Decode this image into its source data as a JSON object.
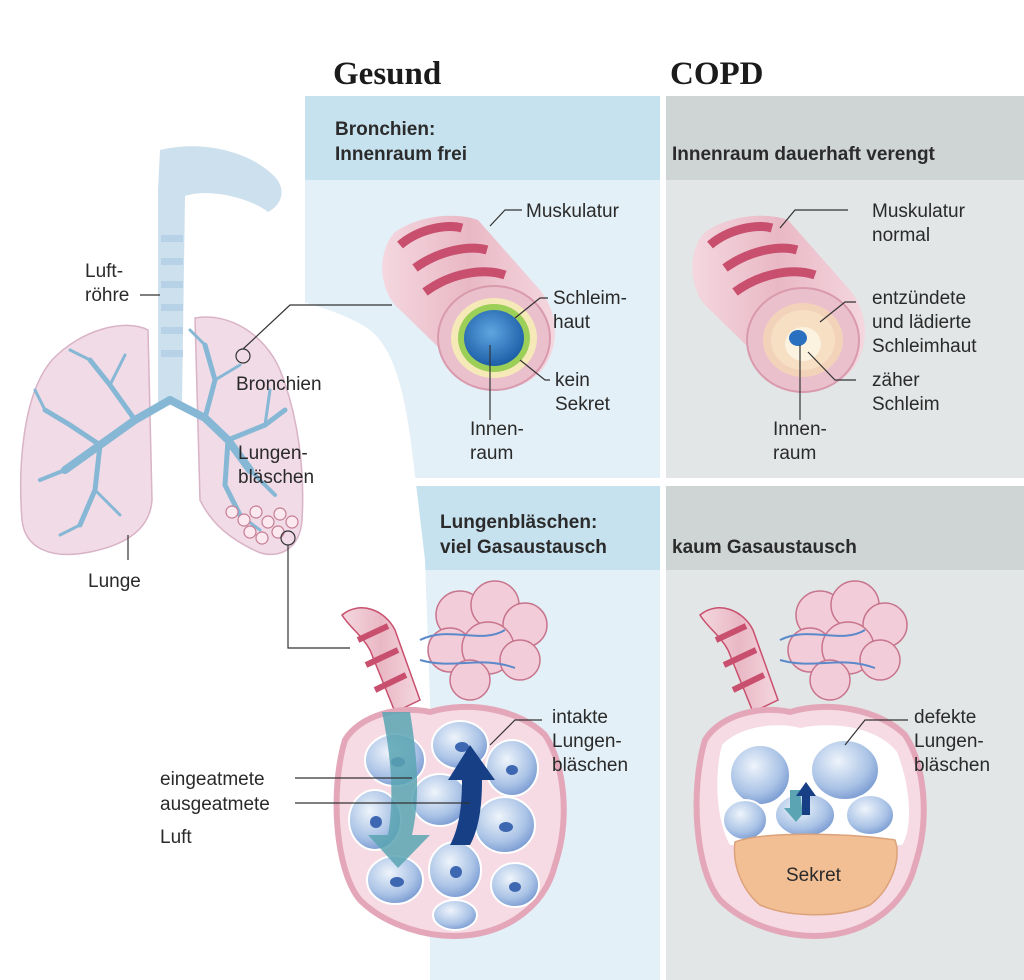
{
  "headers": {
    "healthy": "Gesund",
    "copd": "COPD"
  },
  "subheaders": {
    "healthy_bronchi": "Bronchien:\nInnenraum frei",
    "copd_bronchi": "Innenraum dauerhaft verengt",
    "healthy_alveoli": "Lungenbläschen:\nviel Gasaustausch",
    "copd_alveoli": "kaum Gasaustausch"
  },
  "body_labels": {
    "trachea": "Luft-\nröhre",
    "bronchi": "Bronchien",
    "alveoli": "Lungen-\nbläschen",
    "lung": "Lunge"
  },
  "healthy_bronchus": {
    "muscle": "Muskulatur",
    "mucosa": "Schleim-\nhaut",
    "no_secretion": "kein\nSekret",
    "lumen": "Innen-\nraum"
  },
  "copd_bronchus": {
    "muscle": "Muskulatur\nnormal",
    "inflamed": "entzündete\nund lädierte\nSchleimhaut",
    "mucus": "zäher\nSchleim",
    "lumen": "Innen-\nraum"
  },
  "healthy_alveoli_labels": {
    "intact": "intakte\nLungen-\nbläschen",
    "inhaled": "eingeatmete",
    "exhaled": "ausgeatmete",
    "air": "Luft"
  },
  "copd_alveoli_labels": {
    "defective": "defekte\nLungen-\nbläschen",
    "secretion": "Sekret"
  },
  "colors": {
    "healthy_panel": "#e3f0f7",
    "healthy_header": "#c7e2ef",
    "copd_panel": "#e2e6e6",
    "copd_header": "#cfd4d5",
    "bronchial_tree": "#86b8d6",
    "lung_tissue": "#f1dbe6",
    "muscle": "#c8506e"
  }
}
